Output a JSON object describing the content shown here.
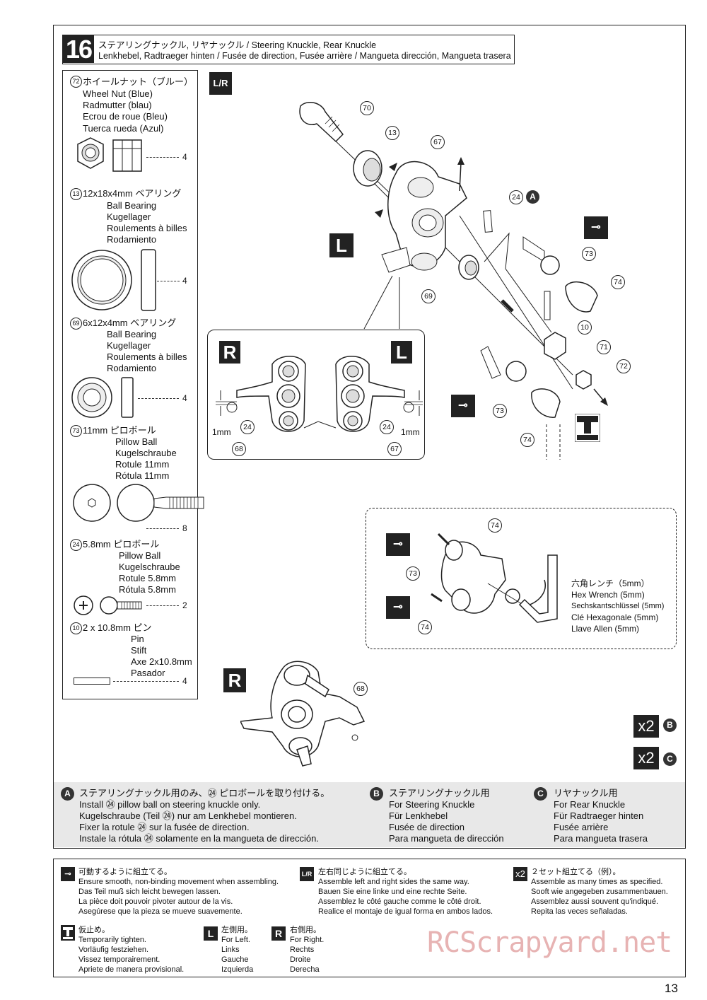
{
  "step": {
    "number": "16",
    "title_line1": "ステアリングナックル, リヤナックル  / Steering Knuckle, Rear Knuckle",
    "title_line2": "Lenkhebel, Radtraeger hinten / Fusée de direction, Fusée arrière / Mangueta dirección, Mangueta trasera"
  },
  "parts": [
    {
      "num": "72",
      "lines": [
        "ホイールナット（ブルー）",
        "Wheel Nut (Blue)",
        "Radmutter (blau)",
        "Ecrou de roue (Bleu)",
        "Tuerca rueda (Azul)"
      ],
      "qty": "4"
    },
    {
      "num": "13",
      "lines": [
        "12x18x4mm  ベアリング",
        "Ball Bearing",
        "Kugellager",
        "Roulements à billes",
        "Rodamiento"
      ],
      "qty": "4"
    },
    {
      "num": "69",
      "lines": [
        "6x12x4mm  ベアリング",
        "Ball Bearing",
        "Kugellager",
        "Roulements à billes",
        "Rodamiento"
      ],
      "qty": "4"
    },
    {
      "num": "73",
      "lines": [
        "11mm  ピロボール",
        "Pillow Ball",
        "Kugelschraube",
        "Rotule 11mm",
        "Rótula 11mm"
      ],
      "qty": "8"
    },
    {
      "num": "24",
      "lines": [
        "5.8mm  ピロボール",
        "Pillow Ball",
        "Kugelschraube",
        "Rotule 5.8mm",
        "Rótula 5.8mm"
      ],
      "qty": "2"
    },
    {
      "num": "10",
      "lines": [
        "2 x 10.8mm  ピン",
        "Pin",
        "Stift",
        "Axe 2x10.8mm",
        "Pasador"
      ],
      "qty": "4"
    }
  ],
  "diagram": {
    "lr_icon": "L/R",
    "label_L": "L",
    "label_R": "R",
    "callouts_main": [
      "70",
      "13",
      "67",
      "24",
      "73",
      "74",
      "69",
      "10",
      "71",
      "72",
      "73",
      "74"
    ],
    "callout_A": "A",
    "inset": {
      "label_R": "R",
      "label_L": "L",
      "dim_left": "1mm",
      "dim_right": "1mm",
      "c24_left": "24",
      "c24_right": "24",
      "c68": "68",
      "c67": "67"
    },
    "detail": {
      "callouts": [
        "74",
        "73",
        "74"
      ],
      "wrench_lines": [
        "六角レンチ（5mm）",
        "Hex Wrench (5mm)",
        "Sechskantschlüssel (5mm)",
        "Clé Hexagonale (5mm)",
        "Llave Allen (5mm)"
      ]
    },
    "rear_callout": "68",
    "x2_text": "x2",
    "x2_b": "B",
    "x2_c": "C"
  },
  "notes": {
    "a": {
      "letter": "A",
      "lines": [
        "ステアリングナックル用のみ、㉔ ピロボールを取り付ける。",
        "Install ㉔ pillow ball on steering knuckle only.",
        "Kugelschraube (Teil ㉔) nur am Lenkhebel montieren.",
        "Fixer la rotule ㉔ sur la fusée de direction.",
        "Instale la rótula ㉔ solamente en la mangueta de dirección."
      ]
    },
    "b": {
      "letter": "B",
      "lines": [
        "ステアリングナックル用",
        "For Steering Knuckle",
        "Für Lenkhebel",
        "Fusée de direction",
        "Para mangueta de dirección"
      ]
    },
    "c": {
      "letter": "C",
      "lines": [
        "リヤナックル用",
        "For Rear Knuckle",
        "Für Radtraeger hinten",
        "Fusée arrière",
        "Para mangueta trasera"
      ]
    }
  },
  "legend": {
    "move": [
      "可動するように組立てる。",
      "Ensure smooth, non-binding movement when assembling.",
      "Das Teil muß sich leicht bewegen lassen.",
      "La pièce doit pouvoir pivoter autour de la vis.",
      "Asegúrese que la pieza se mueve suavemente."
    ],
    "lr_icon": "L/R",
    "lr": [
      "左右同じように組立てる。",
      "Assemble left and right sides the same way.",
      "Bauen Sie eine linke und eine rechte Seite.",
      "Assemblez le côté gauche comme le côté droit.",
      "Realice el montaje de igual forma en ambos lados."
    ],
    "x2_icon": "x2",
    "x2": [
      "２セット組立てる（例）。",
      "Assemble as many times as specified.",
      "Sooft wie angegeben zusammenbauen.",
      "Assemblez aussi souvent qu'indiqué.",
      "Repita las veces señaladas."
    ],
    "tighten": [
      "仮止め。",
      "Temporarily tighten.",
      "Vorläufig festziehen.",
      "Vissez temporairement.",
      "Apriete de manera provisional."
    ],
    "left_icon": "L",
    "left": [
      "左側用。",
      "For Left.",
      "Links",
      "Gauche",
      "Izquierda"
    ],
    "right_icon": "R",
    "right": [
      "右側用。",
      "For Right.",
      "Rechts",
      "Droite",
      "Derecha"
    ]
  },
  "watermark": "RCScrapyard.net",
  "page_number": "13"
}
